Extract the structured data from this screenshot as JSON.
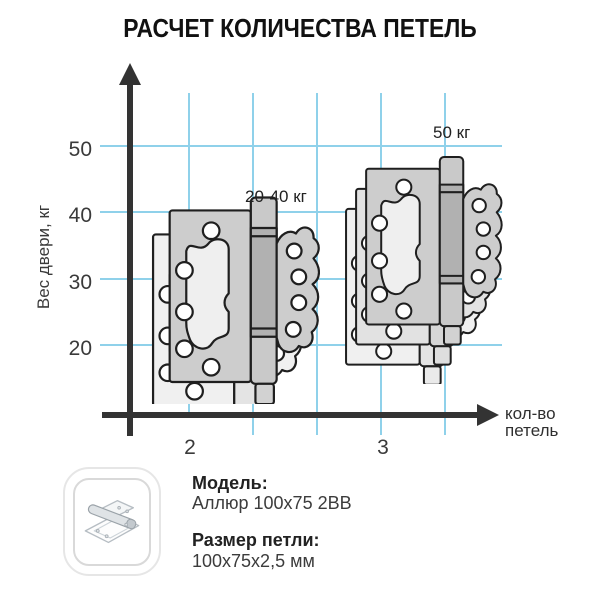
{
  "title": "РАСЧЕТ КОЛИЧЕСТВА ПЕТЕЛЬ",
  "chart": {
    "y_axis_title": "Вес двери, кг",
    "x_axis_title": "кол-во\nпетель",
    "y_ticks": [
      "50",
      "40",
      "30",
      "20"
    ],
    "x_ticks": [
      "2",
      "3"
    ],
    "annotation_2": "20-40 кг",
    "annotation_3": "50 кг"
  },
  "info": {
    "model_label": "Модель:",
    "model_value": "Аллюр 100х75 2ВВ",
    "size_label": "Размер петли:",
    "size_value": "100х75х2,5 мм"
  },
  "colors": {
    "grid": "#8fd1ea",
    "axis": "#333333",
    "hinge_outline": "#1f1f1f",
    "hinge_plate_front": "#cdcdcd",
    "hinge_plate_mid": "#e2e2e2",
    "hinge_plate_back": "#f0f0f0",
    "text": "#333333"
  },
  "chart_data": {
    "type": "scatter",
    "title": "РАСЧЕТ КОЛИЧЕСТВА ПЕТЕЛЬ",
    "xlabel": "кол-во петель",
    "ylabel": "Вес двери, кг",
    "x_ticks": [
      2,
      3
    ],
    "y_ticks": [
      20,
      30,
      40,
      50
    ],
    "grid": true,
    "marker": "hinge-illustration",
    "points": [
      {
        "hinge_count": 2,
        "door_weight_label": "20-40 кг",
        "door_weight_min_kg": 20,
        "door_weight_max_kg": 40
      },
      {
        "hinge_count": 3,
        "door_weight_label": "50 кг",
        "door_weight_max_kg": 50
      }
    ]
  }
}
